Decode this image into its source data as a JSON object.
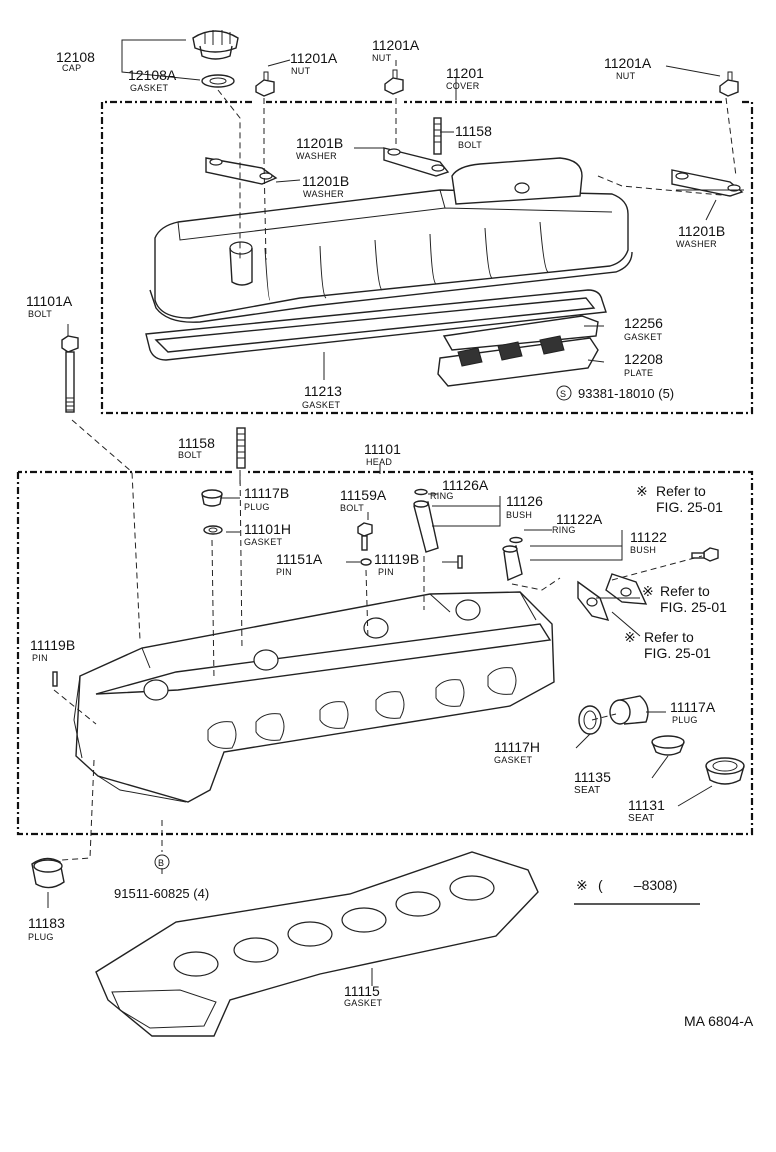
{
  "labels": {
    "cap_12108": {
      "part": "12108",
      "name": "CAP"
    },
    "gasket_12108a": {
      "part": "12108A",
      "name": "GASKET"
    },
    "nut_11201a_1": {
      "part": "11201A",
      "name": "NUT"
    },
    "nut_11201a_2": {
      "part": "11201A",
      "name": "NUT"
    },
    "cover_11201": {
      "part": "11201",
      "name": "COVER"
    },
    "nut_11201a_3": {
      "part": "11201A",
      "name": "NUT"
    },
    "washer_11201b_1": {
      "part": "11201B",
      "name": "WASHER"
    },
    "bolt_11158_1": {
      "part": "11158",
      "name": "BOLT"
    },
    "washer_11201b_2": {
      "part": "11201B",
      "name": "WASHER"
    },
    "washer_11201b_3": {
      "part": "11201B",
      "name": "WASHER"
    },
    "bolt_11101a": {
      "part": "11101A",
      "name": "BOLT"
    },
    "gasket_12256": {
      "part": "12256",
      "name": "GASKET"
    },
    "plate_12208": {
      "part": "12208",
      "name": "PLATE"
    },
    "screw_93381": {
      "part": "93381-18010 (5)",
      "symbol": "S"
    },
    "gasket_11213": {
      "part": "11213",
      "name": "GASKET"
    },
    "bolt_11158_2": {
      "part": "11158",
      "name": "BOLT"
    },
    "head_11101": {
      "part": "11101",
      "name": "HEAD"
    },
    "plug_11117b": {
      "part": "11117B",
      "name": "PLUG"
    },
    "bolt_11159a": {
      "part": "11159A",
      "name": "BOLT"
    },
    "ring_11126a": {
      "part": "11126A",
      "name": "RING"
    },
    "bush_11126": {
      "part": "11126",
      "name": "BUSH"
    },
    "gasket_11101h": {
      "part": "11101H",
      "name": "GASKET"
    },
    "ring_11122a": {
      "part": "11122A",
      "name": "RING"
    },
    "bush_11122": {
      "part": "11122",
      "name": "BUSH"
    },
    "pin_11151a": {
      "part": "11151A",
      "name": "PIN"
    },
    "pin_11119b_1": {
      "part": "11119B",
      "name": "PIN"
    },
    "pin_11119b_2": {
      "part": "11119B",
      "name": "PIN"
    },
    "plug_11117a": {
      "part": "11117A",
      "name": "PLUG"
    },
    "gasket_11117h": {
      "part": "11117H",
      "name": "GASKET"
    },
    "seat_11135": {
      "part": "11135",
      "name": "SEAT"
    },
    "seat_11131": {
      "part": "11131",
      "name": "SEAT"
    },
    "plug_11183": {
      "part": "11183",
      "name": "PLUG"
    },
    "bolt_91511": {
      "part": "91511-60825 (4)",
      "symbol": "B"
    },
    "gasket_11115": {
      "part": "11115",
      "name": "GASKET"
    }
  },
  "references": [
    {
      "mark": "※",
      "line1": "Refer to",
      "line2": "FIG. 25-01"
    },
    {
      "mark": "※",
      "line1": "Refer to",
      "line2": "FIG. 25-01"
    },
    {
      "mark": "※",
      "line1": "Refer to",
      "line2": "FIG. 25-01"
    }
  ],
  "note": {
    "mark": "※",
    "text": "(        –8308)"
  },
  "figure_code": "MA 6804-A"
}
